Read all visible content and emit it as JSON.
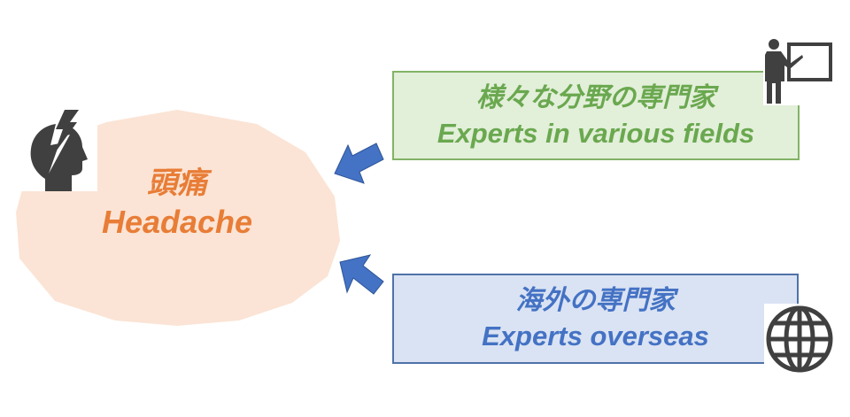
{
  "center": {
    "jp": "頭痛",
    "en": "Headache"
  },
  "experts_fields": {
    "jp": "様々な分野の専門家",
    "en": "Experts in various fields"
  },
  "experts_overseas": {
    "jp": "海外の専門家",
    "en": "Experts overseas"
  },
  "icons": [
    "headache-icon",
    "teacher-icon",
    "globe-icon",
    "arrow-icon"
  ],
  "colors": {
    "blob": "#fbe4d5",
    "orange": "#e87d37",
    "green_fill": "#e2efd9",
    "green": "#6aa84f",
    "blue_fill": "#dae3f3",
    "blue": "#4472c4",
    "arrow": "#4472c4",
    "icon": "#404040"
  }
}
